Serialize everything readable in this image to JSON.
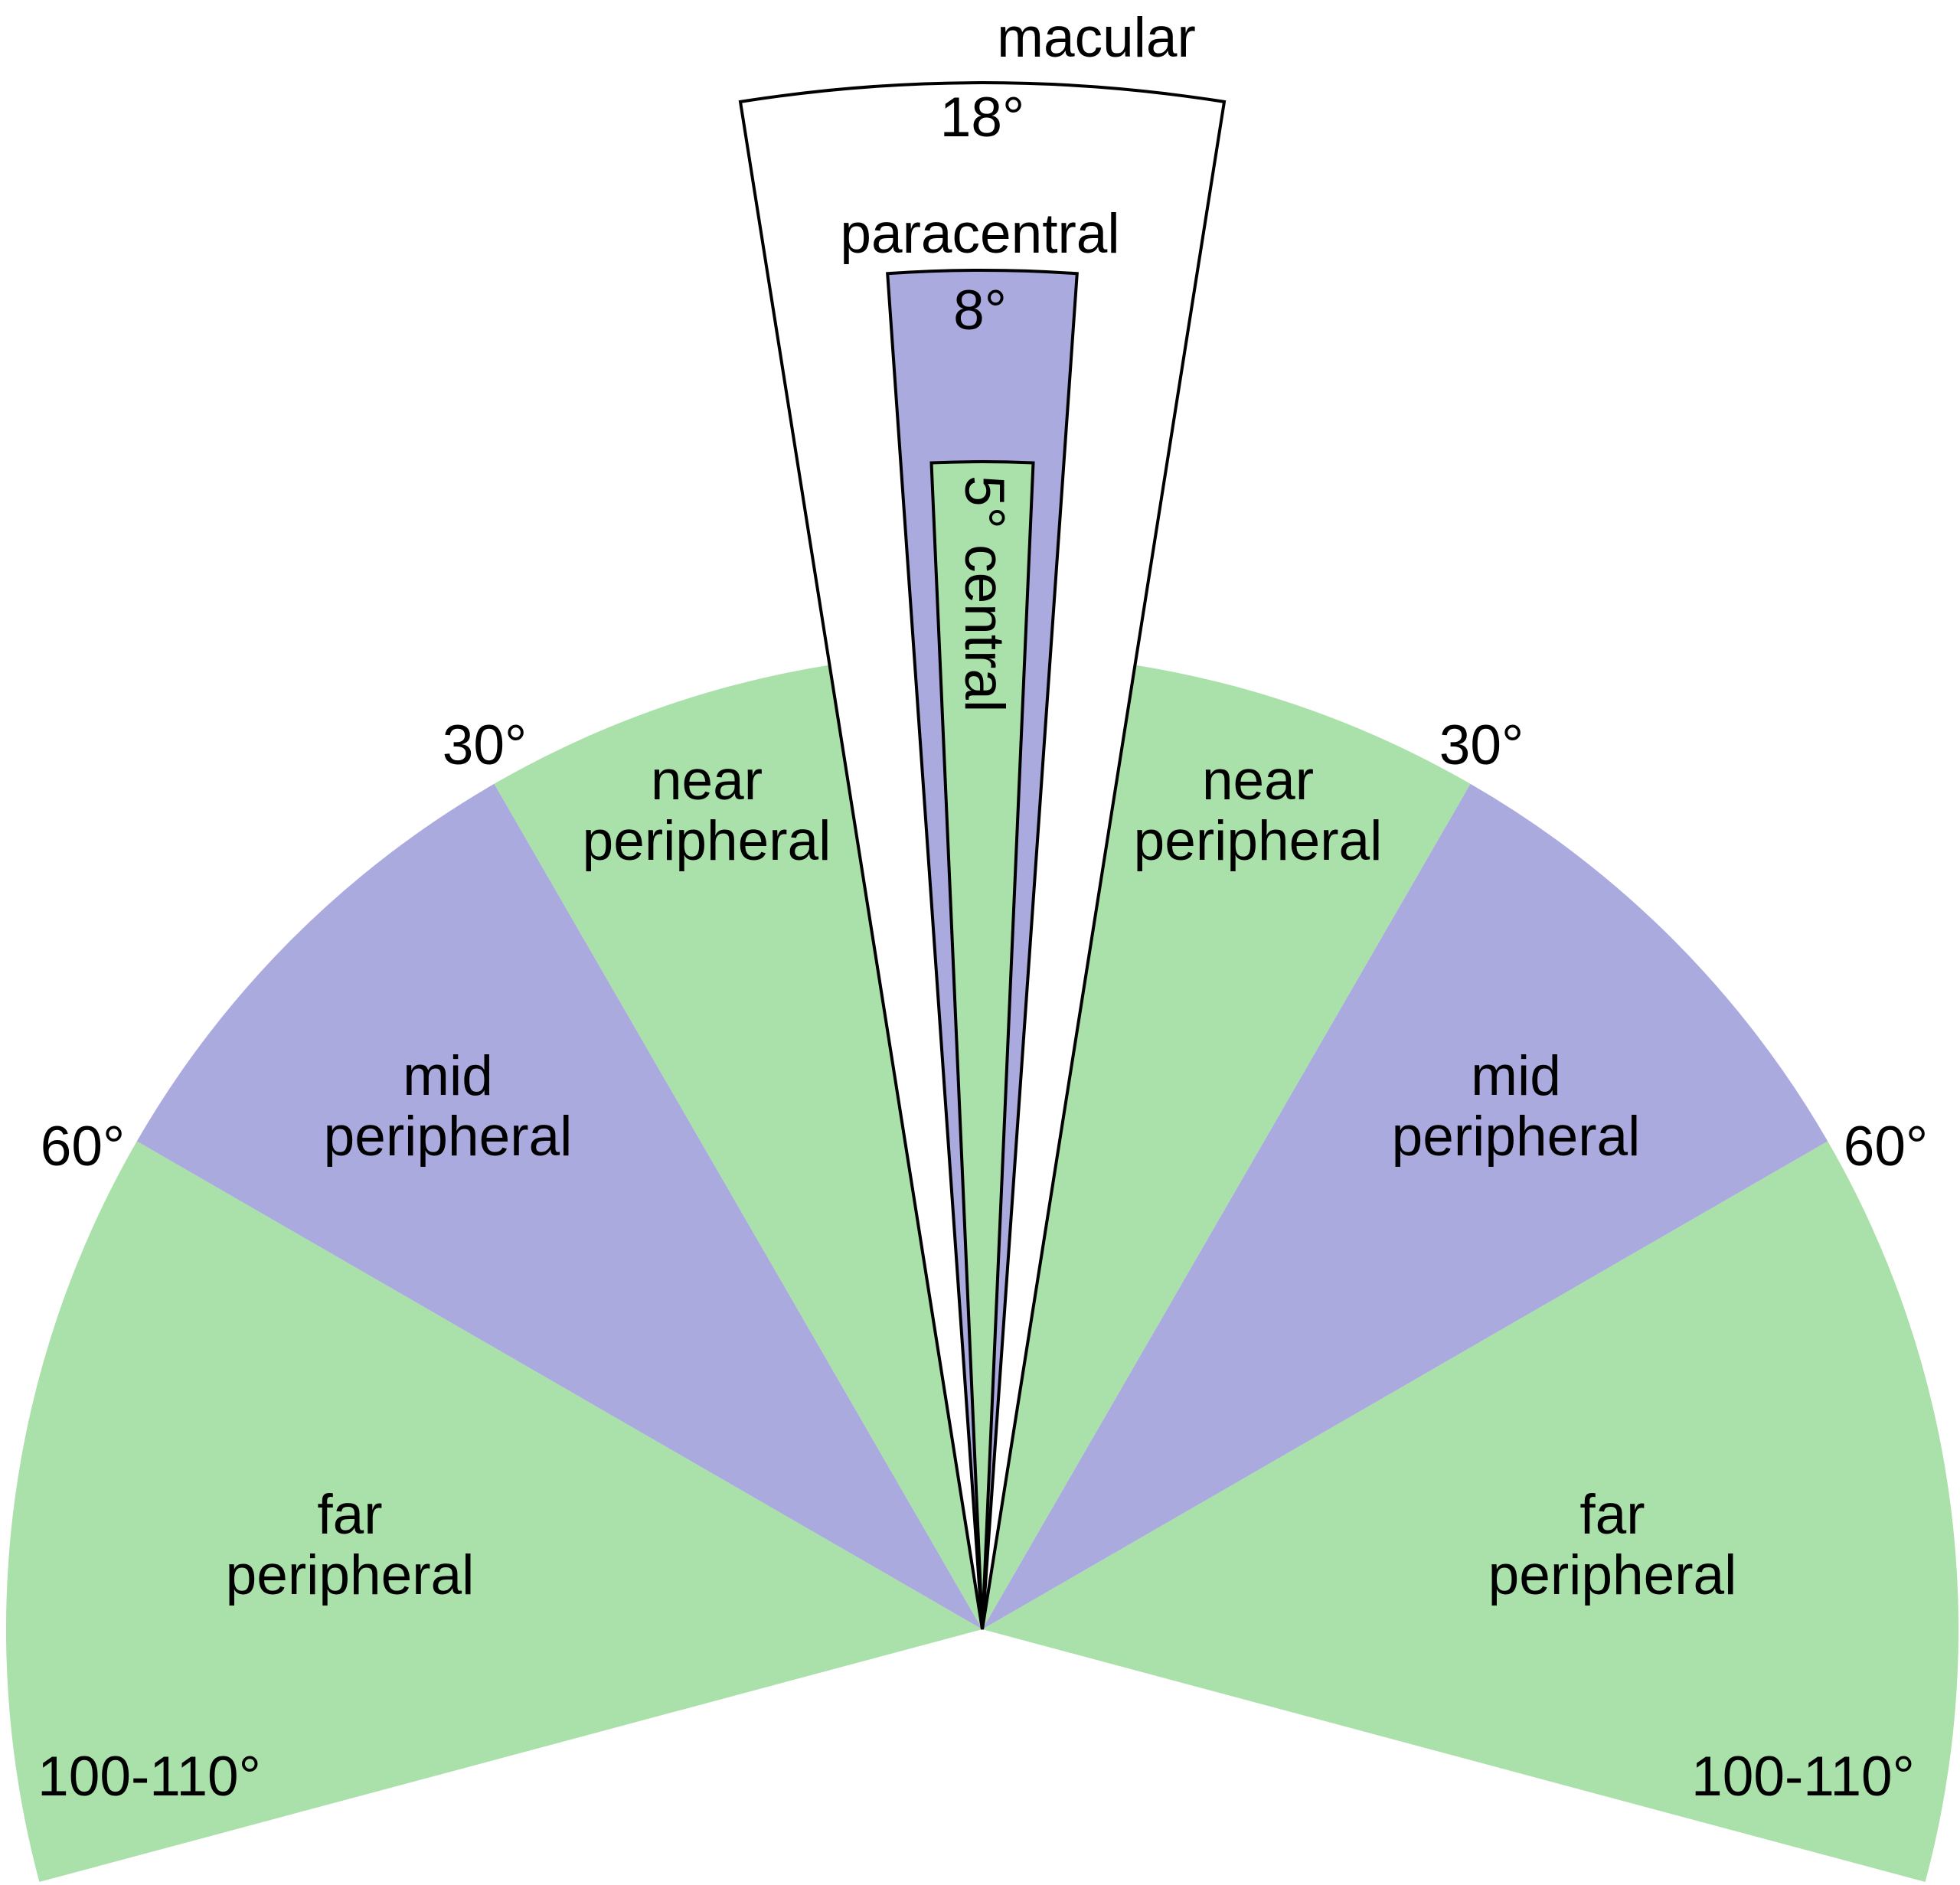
{
  "colors": {
    "green": "#aae0aa",
    "purple": "#aaaadf",
    "white": "#ffffff",
    "stroke": "#000000"
  },
  "fan": {
    "regions": [
      {
        "name": "near peripheral",
        "from_deg": 0,
        "to_deg": 30,
        "color": "green"
      },
      {
        "name": "mid peripheral",
        "from_deg": 30,
        "to_deg": 60,
        "color": "purple"
      },
      {
        "name": "far peripheral",
        "from_deg": 60,
        "to_deg": 105,
        "color": "green"
      }
    ]
  },
  "wedges": [
    {
      "name": "macular",
      "width_deg": 18,
      "color": "white"
    },
    {
      "name": "paracentral",
      "width_deg": 8,
      "color": "purple"
    },
    {
      "name": "central",
      "width_deg": 5,
      "color": "green"
    }
  ],
  "labels": {
    "macular": "macular",
    "macular_deg": "18°",
    "paracentral": "paracentral",
    "paracentral_deg": "8°",
    "central": "5° central",
    "near_left_1": "near",
    "near_left_2": "peripheral",
    "near_right_1": "near",
    "near_right_2": "peripheral",
    "mid_left_1": "mid",
    "mid_left_2": "peripheral",
    "mid_right_1": "mid",
    "mid_right_2": "peripheral",
    "far_left_1": "far",
    "far_left_2": "peripheral",
    "far_right_1": "far",
    "far_right_2": "peripheral",
    "deg30_left": "30°",
    "deg30_right": "30°",
    "deg60_left": "60°",
    "deg60_right": "60°",
    "deg100_left": "100-110°",
    "deg100_right": "100-110°"
  }
}
